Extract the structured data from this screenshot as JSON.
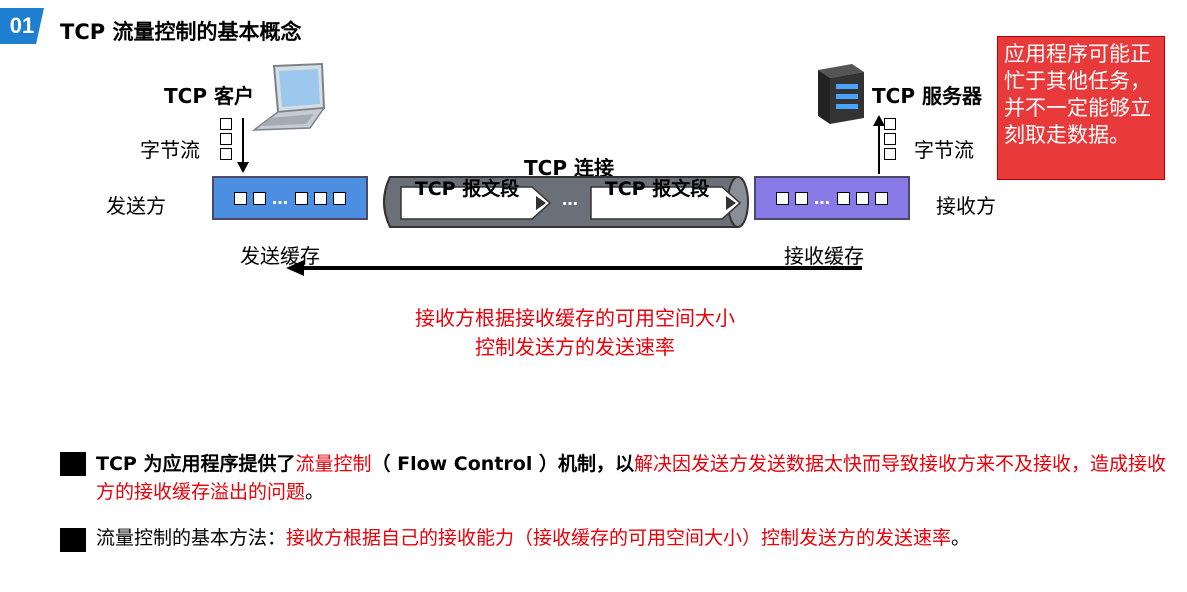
{
  "header": {
    "badge": "01",
    "title": "TCP 流量控制的基本概念"
  },
  "client": {
    "label": "TCP 客户",
    "bytestream": "字节流",
    "role": "发送方",
    "buffer": "发送缓存"
  },
  "server": {
    "label": "TCP 服务器",
    "bytestream": "字节流",
    "role": "接收方",
    "buffer": "接收缓存"
  },
  "connection": {
    "label": "TCP 连接",
    "segment1": "TCP 报文段",
    "segment2": "TCP 报文段",
    "ellipsis": "…"
  },
  "buffer_ellipsis": "…",
  "callout": {
    "text": "应用程序可能正忙于其他任务，并不一定能够立刻取走数据。"
  },
  "feedback": {
    "line1": "接收方根据接收缓存的可用空间大小",
    "line2": "控制发送方的发送速率"
  },
  "bullets": {
    "b1_p1": "TCP 为应用程序提供了",
    "b1_r1": "流量控制",
    "b1_p2": "（ Flow Control ）机制，以",
    "b1_r2": "解决因发送方发送数据太快而导致接收方来不及接收，造成接收方的接收缓存溢出的问题",
    "b1_p3": "。",
    "b2_p1": "流量控制的基本方法：",
    "b2_r1": "接收方根据自己的接收能力（接收缓存的可用空间大小）控制发送方的发送速率",
    "b2_p2": "。"
  },
  "colors": {
    "accent": "#1e7fd0",
    "sender_buffer": "#4c8fe0",
    "receiver_buffer": "#8a7ae8",
    "pipe": "#6b6f78",
    "highlight": "#e8000a"
  }
}
